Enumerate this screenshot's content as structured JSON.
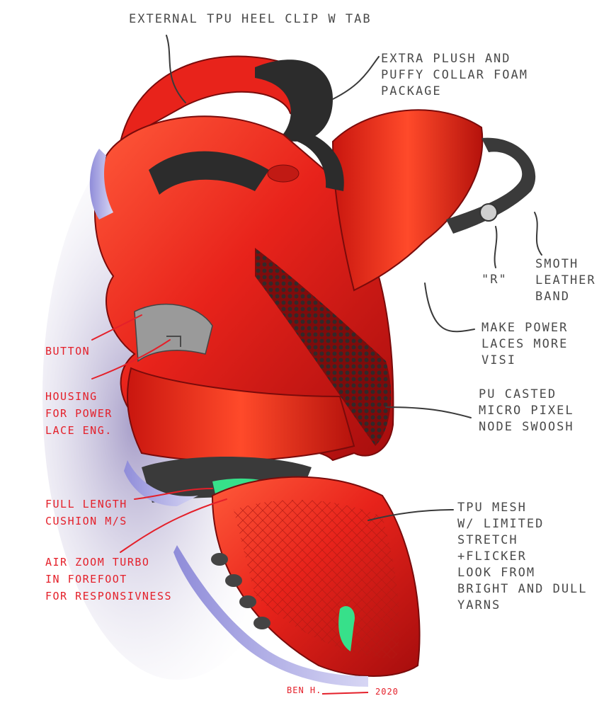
{
  "annotations": {
    "heel_clip": "EXTERNAL TPU HEEL CLIP W TAB",
    "collar_foam": "EXTRA PLUSH AND\nPUFFY COLLAR FOAM\nPACKAGE",
    "r_logo": "\"R\"",
    "leather_band": "SMOTH\nLEATHER\nBAND",
    "power_laces": "MAKE POWER\nLACES MORE\nVISI",
    "swoosh": "PU CASTED\nMICRO PIXEL\nNODE SWOOSH",
    "mesh": "TPU MESH\nW/ LIMITED\nSTRETCH\n+FLICKER\nLOOK FROM\nBRIGHT AND DULL\nYARNS",
    "button": "BUTTON",
    "housing": "HOUSING\nFOR POWER\nLACE ENG.",
    "cushion": "FULL LENGTH\nCUSHION M/S",
    "airzoom": "AIR ZOOM TURBO\nIN FOREFOOT\nFOR RESPONSIVNESS"
  },
  "signature": {
    "name": "BEN H.",
    "year": "2020"
  },
  "colors": {
    "shoe_red": "#e8231b",
    "shoe_dark_red": "#a60d0d",
    "sole_lavender": "#b4b2e6",
    "accent_green": "#37e08a",
    "heel_black": "#2c2c2c",
    "annotation_dark": "#4a4a4a",
    "annotation_red": "#e4202a"
  }
}
